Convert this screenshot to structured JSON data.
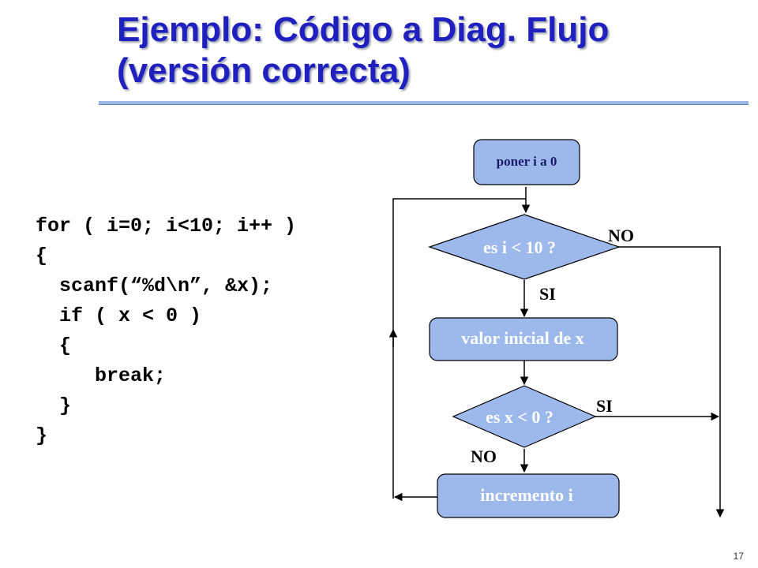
{
  "title": {
    "line1": "Ejemplo: Código a Diag.  Flujo",
    "line2": "(versión correcta)"
  },
  "code_lines": [
    "for ( i=0; i<10; i++ )",
    "{",
    "  scanf(“%d\\n”, &x);",
    "  if ( x < 0 )",
    "  {",
    "     break;",
    "  }",
    "}"
  ],
  "flowchart": {
    "nodes": {
      "init": "poner i a 0",
      "cond_i": "es i < 10 ?",
      "input_x": "valor inicial de x",
      "cond_x": "es x < 0 ?",
      "increment": "incremento i"
    },
    "labels": {
      "no_i": "NO",
      "si_i": "SI",
      "si_x": "SI",
      "no_x": "NO"
    },
    "colors": {
      "node_fill": "#9db9ec",
      "node_stroke": "#000000"
    }
  },
  "slide_number": "17"
}
